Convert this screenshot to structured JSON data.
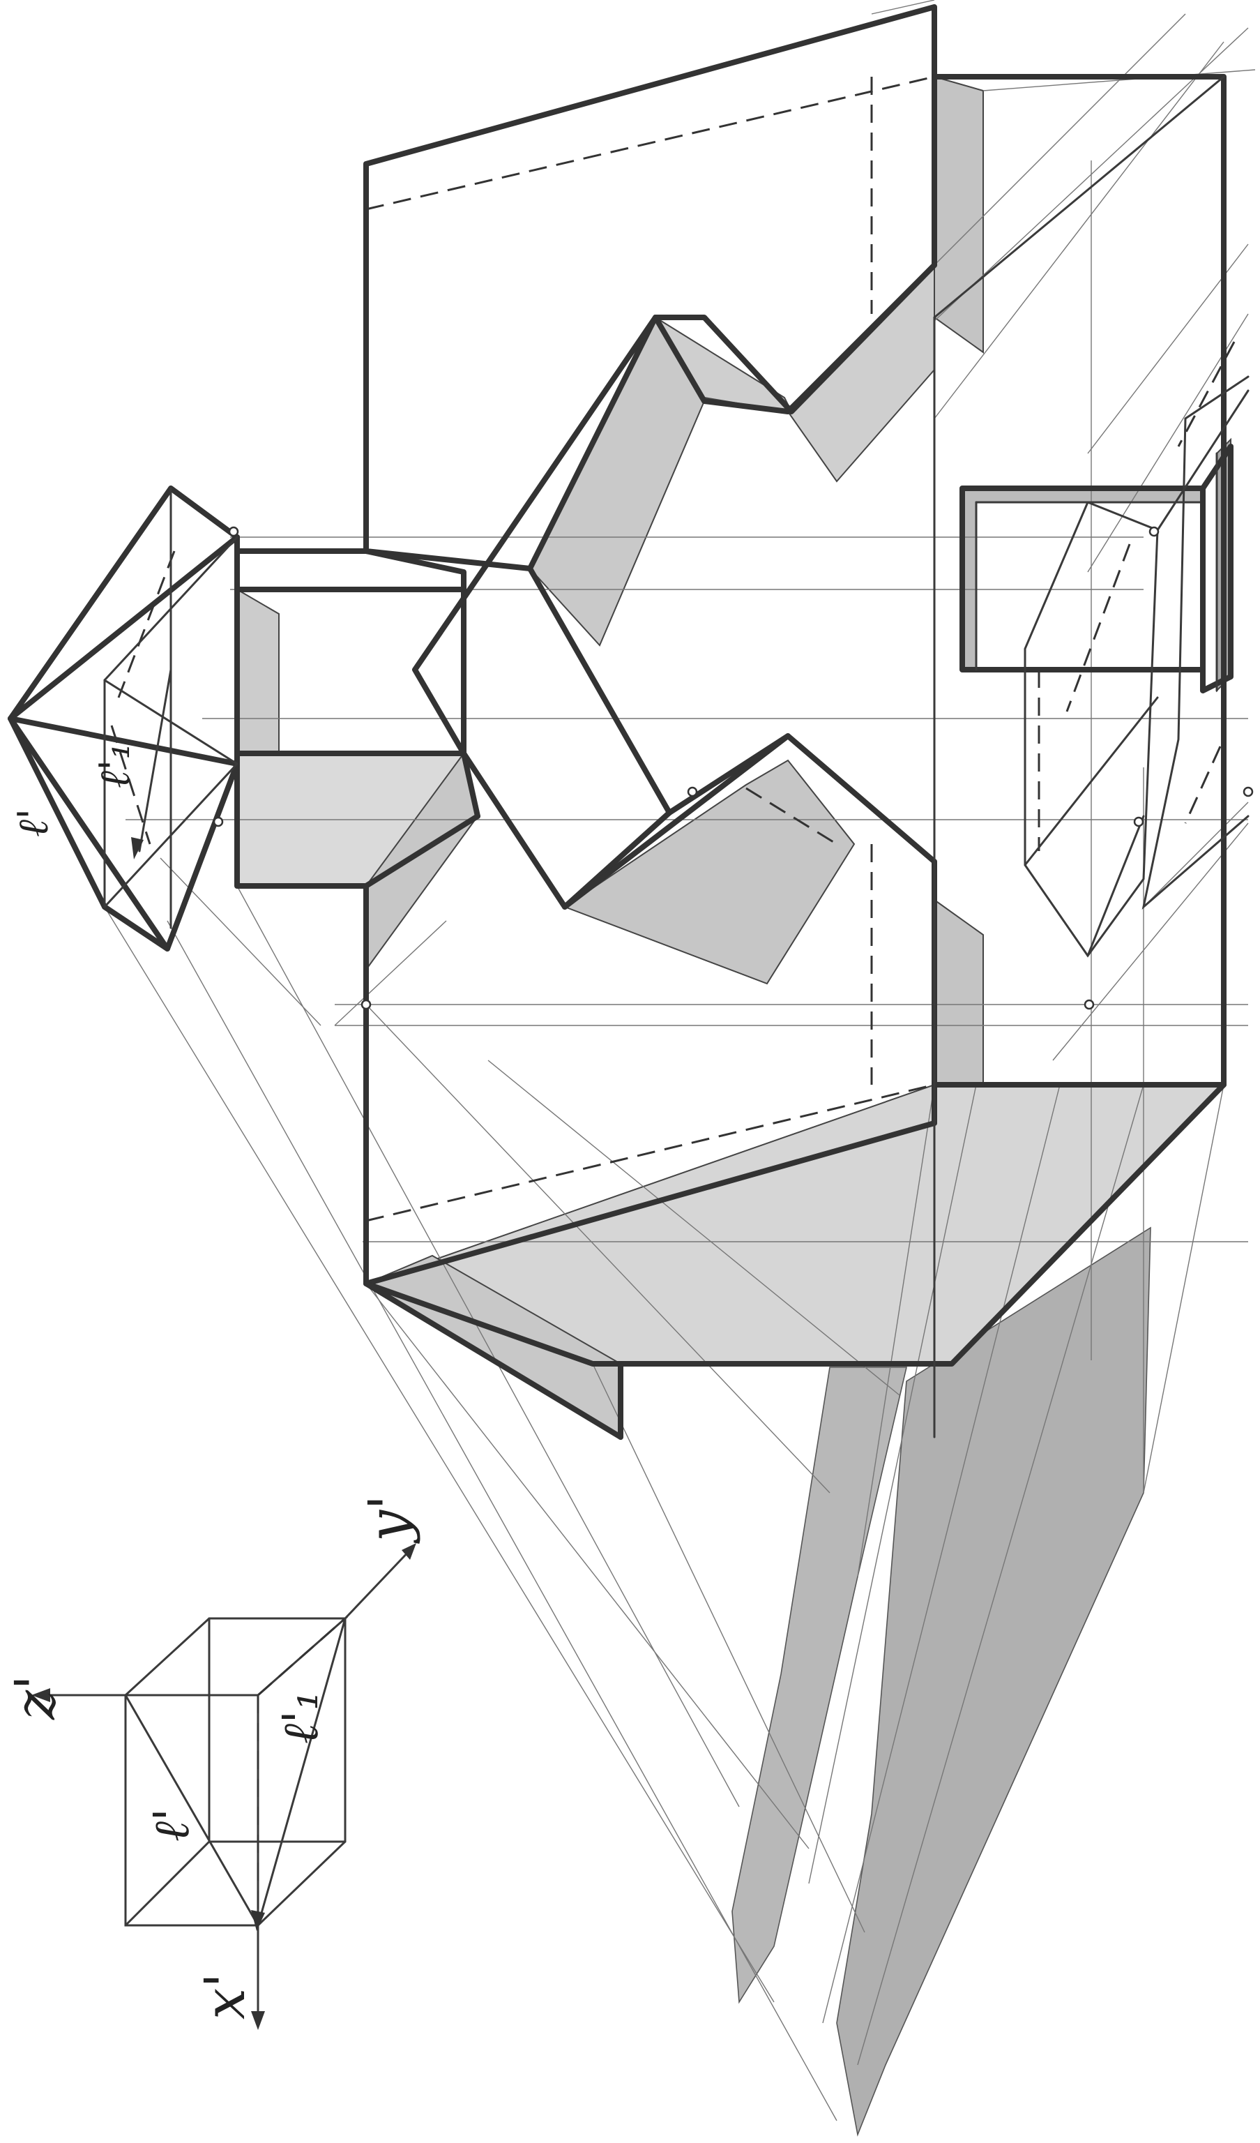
{
  "labels": {
    "x_axis": "x'",
    "y_axis": "y'",
    "z_axis": "z'",
    "light_dir_a": "ℓ'",
    "light_dir_b": "ℓ'₁",
    "light_dir_c": "ℓ'",
    "light_dir_d": "ℓ'₁"
  },
  "colors": {
    "line": "#333333",
    "shadow_light": "#d4d4d4",
    "shadow_dark": "#bdbdbd",
    "ground_shadow": "#b3b3b3"
  }
}
